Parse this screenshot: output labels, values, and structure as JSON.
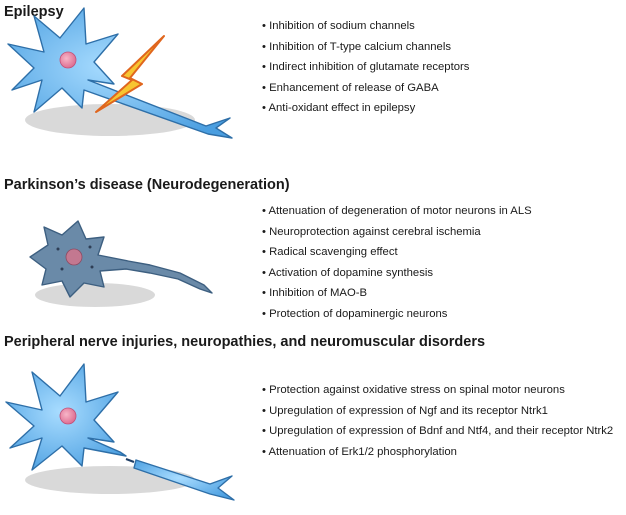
{
  "sections": [
    {
      "title": "Epilepsy",
      "items": [
        "Inhibition of sodium channels",
        "Inhibition of T-type calcium channels",
        "Indirect inhibition of glutamate receptors",
        "Enhancement of release of GABA",
        "Anti-oxidant effect in epilepsy"
      ]
    },
    {
      "title": "Parkinson’s disease (Neurodegeneration)",
      "items": [
        "Attenuation of degeneration of motor neurons in ALS",
        "Neuroprotection against cerebral ischemia",
        "Radical scavenging effect",
        "Activation of dopamine synthesis",
        "Inhibition of MAO-B",
        "Protection of dopaminergic neurons"
      ]
    },
    {
      "title": "Peripheral nerve injuries, neuropathies, and neuromuscular disorders",
      "items": [
        "Protection against oxidative stress on spinal motor neurons",
        "Upregulation of expression of Ngf and its receptor Ntrk1",
        "Upregulation of expression of Bdnf and Ntf4, and their receptor Ntrk2",
        "Attenuation of Erk1/2 phosphorylation"
      ]
    }
  ],
  "colors": {
    "neuron_fill": "#5aaee8",
    "neuron_outline": "#2e6fa8",
    "nucleus": "#e88aa8",
    "degenerated_fill": "#6a8aa8",
    "lightning": "#f5b21c",
    "shadow": "#cfcfcf"
  },
  "icons": [
    "neuron-icon",
    "lightning-bolt-icon",
    "degenerated-neuron-icon",
    "injured-neuron-icon"
  ]
}
